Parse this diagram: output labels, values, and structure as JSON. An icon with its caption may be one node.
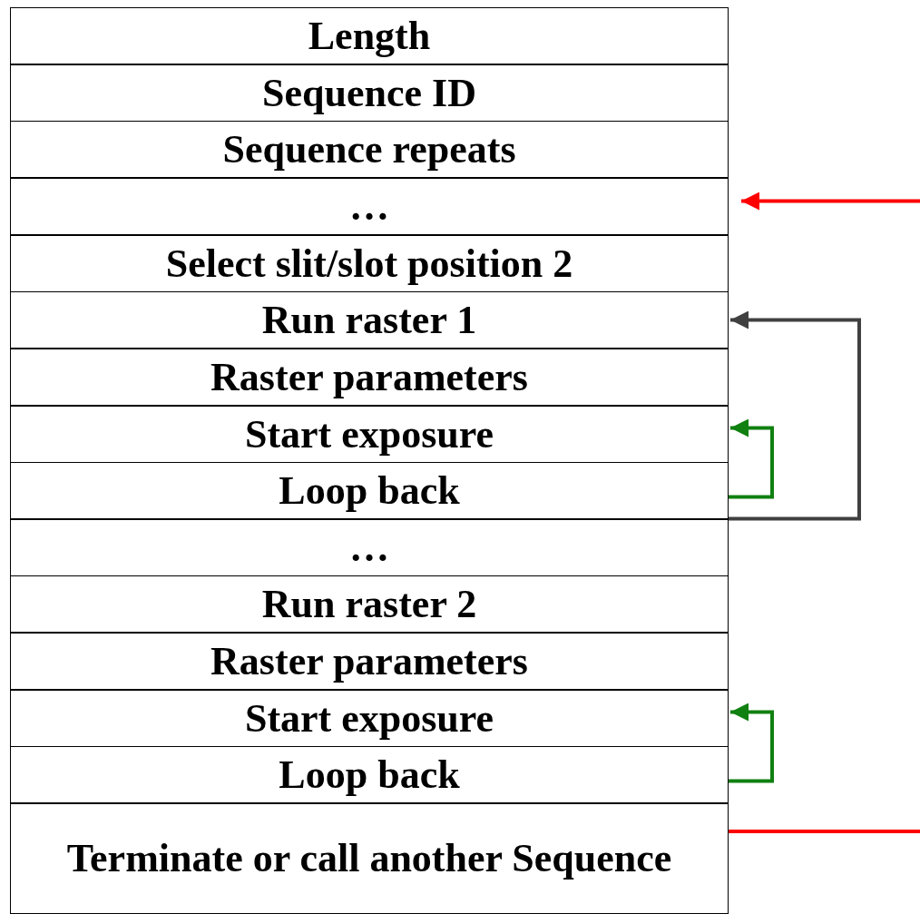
{
  "diagram": {
    "nodes": [
      {
        "text": [
          "Length"
        ]
      },
      {
        "text": [
          "Sequence ID"
        ]
      },
      {
        "text": [
          "Sequence repeats"
        ]
      },
      {
        "text": [
          "…"
        ]
      },
      {
        "text": [
          "Select slit/slot position 2"
        ]
      },
      {
        "text": [
          "Run raster 1"
        ]
      },
      {
        "text": [
          "Raster parameters"
        ]
      },
      {
        "text": [
          "Start exposure"
        ]
      },
      {
        "text": [
          "Loop back"
        ]
      },
      {
        "text": [
          "…"
        ]
      },
      {
        "text": [
          "Run raster 2"
        ]
      },
      {
        "text": [
          "Raster parameters"
        ]
      },
      {
        "text": [
          "Start exposure"
        ]
      },
      {
        "text": [
          "Loop back"
        ]
      },
      {
        "text": [
          "Terminate or call another Sequence"
        ]
      }
    ],
    "edges": [
      {
        "from": null,
        "to": 3,
        "arrow": "to",
        "color": "#ff0000"
      },
      {
        "from": 8,
        "to": 7,
        "arrow": "to",
        "color": "#108010"
      },
      {
        "from": 8,
        "to": 5,
        "arrow": "to",
        "color": "#404040"
      },
      {
        "from": 13,
        "to": 12,
        "arrow": "to",
        "color": "#108010"
      },
      {
        "from": 14,
        "to": null,
        "arrow": "none",
        "color": "#ff0000"
      }
    ]
  }
}
